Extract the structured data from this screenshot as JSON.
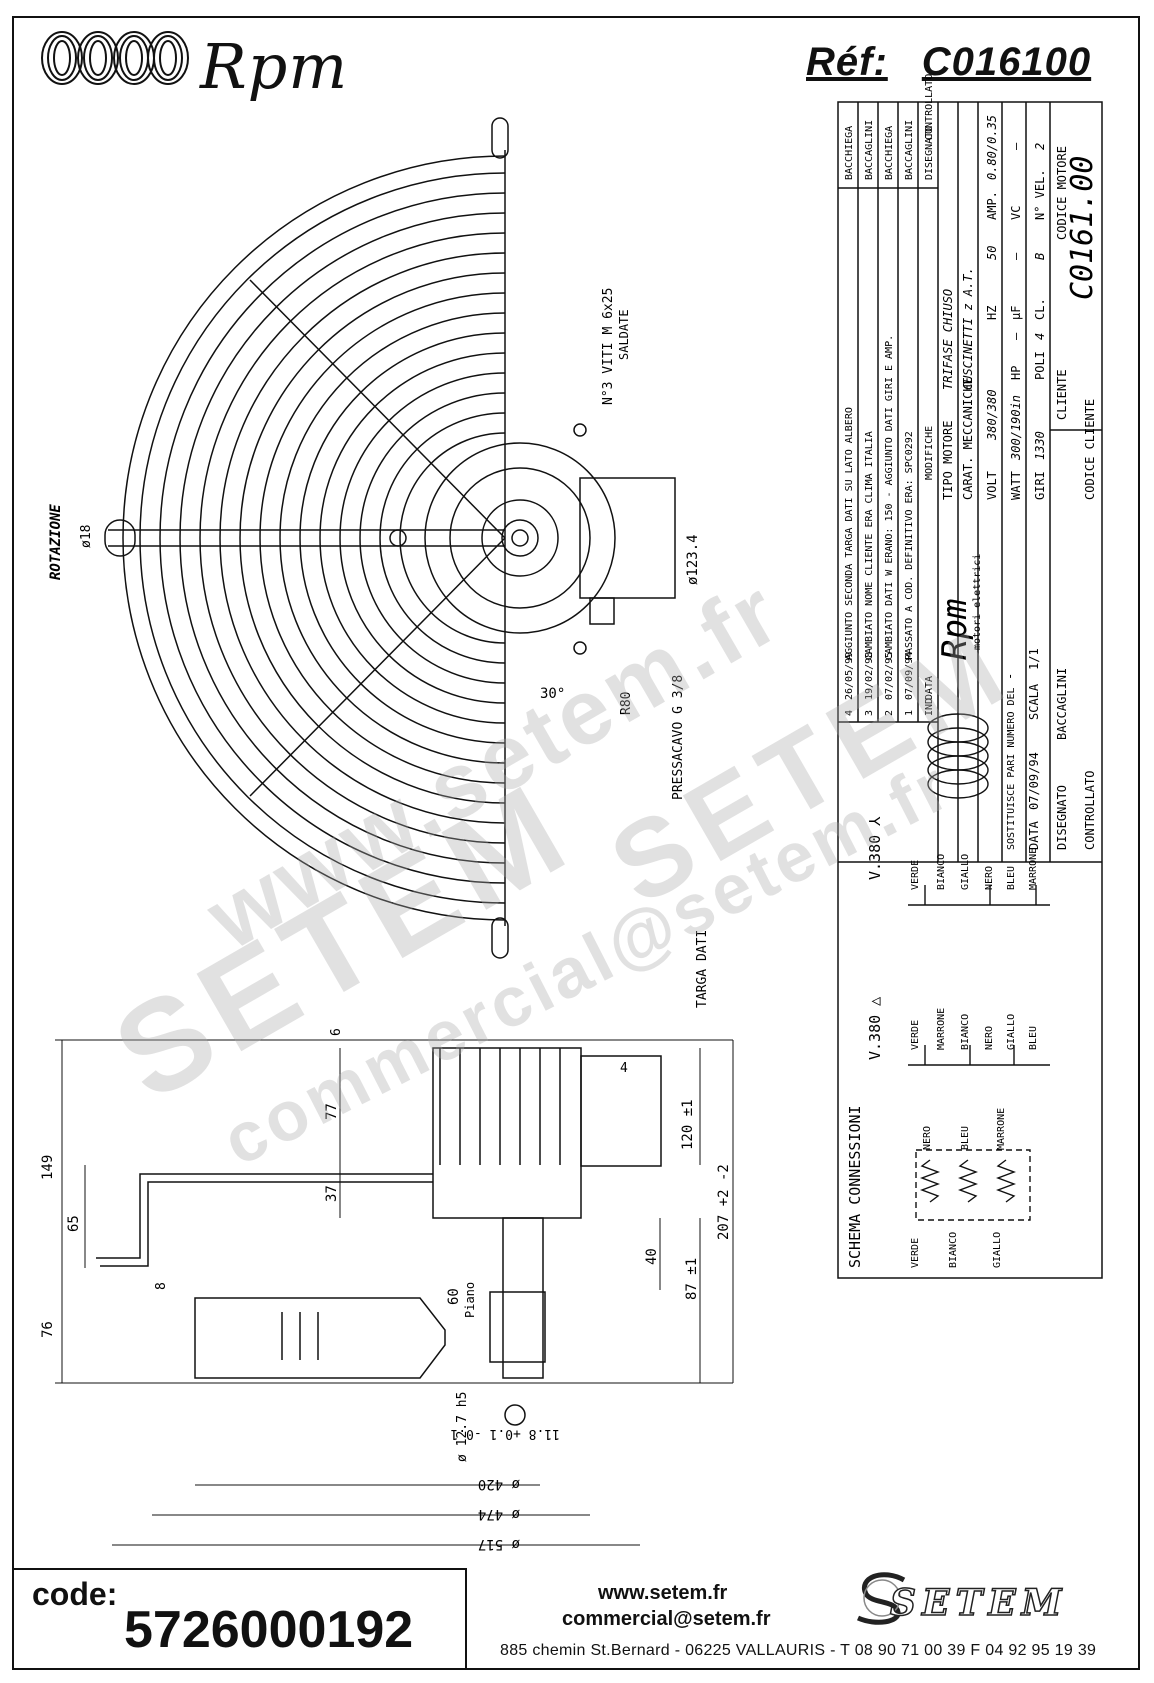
{
  "header": {
    "brand": "Rpm",
    "ref_label": "Réf:",
    "ref_value": "C016100"
  },
  "drawing": {
    "rotation_label": "ROTAZIONE",
    "diam_18": "ø18",
    "screws_line1": "N°3 VITI M 6x25",
    "screws_line2": "SALDATE",
    "diam_123": "ø123.4",
    "angle_30": "30°",
    "r80": "R80",
    "cable_gland": "PRESSACAVO G 3/8",
    "data_plate": "TARGA DATI",
    "dim_149": "149",
    "dim_65": "65",
    "dim_76": "76",
    "dim_8": "8",
    "dim_77": "77",
    "dim_37": "37",
    "dim_6": "6",
    "dim_4": "4",
    "dim_120": "120 ±1",
    "dim_207": "207 +2 -2",
    "dim_40": "40",
    "dim_87": "87 ±1",
    "dim_60": "60",
    "piano": "Piano",
    "dim_12_7": "ø 12.7 h5",
    "dim_11_8": "11.8 +0.1 -0.1",
    "dim_420": "ø 420",
    "dim_474": "ø 474",
    "dim_517": "ø 517"
  },
  "connections": {
    "title": "SCHEMA CONNESSIONI",
    "star_label": "V.380 ⅄",
    "delta_label": "V.380 △",
    "star_wires": [
      "VERDE",
      "BIANCO",
      "GIALLO",
      "NERO",
      "BLEU",
      "MARRONE"
    ],
    "delta_wires": [
      "VERDE",
      "MARRONE",
      "BIANCO",
      "NERO",
      "GIALLO",
      "BLEU"
    ],
    "coil_top": [
      "NERO",
      "BLEU",
      "MARRONE"
    ],
    "coil_bottom": [
      "VERDE",
      "BIANCO",
      "GIALLO"
    ]
  },
  "title_block": {
    "revisions": [
      {
        "ind": "4",
        "date": "26/05/99",
        "text": "AGGIUNTO SECONDA TARGA DATI SU LATO ALBERO",
        "by": "BACCHIEGA"
      },
      {
        "ind": "3",
        "date": "19/02/98",
        "text": "CAMBIATO NOME CLIENTE ERA CLIMA ITALIA",
        "by": "BACCAGLINI"
      },
      {
        "ind": "2",
        "date": "07/02/95",
        "text": "CAMBIATO DATI W ERANO: 150 - AGGIUNTO DATI GIRI E AMP.",
        "by": "BACCHIEGA"
      },
      {
        "ind": "1",
        "date": "07/09/94",
        "text": "PASSATO A COD. DEFINITIVO ERA: SPC0292",
        "by": "BACCAGLINI"
      }
    ],
    "header_ind": "IND",
    "header_date": "DATA",
    "header_mod": "MODIFICHE",
    "header_drawn": "DISEGNATO",
    "header_checked": "CONTROLLATO",
    "motor_type_label": "TIPO MOTORE",
    "motor_type_value": "TRIFASE CHIUSO",
    "mech_label": "CARAT. MECCANICHE",
    "mech_value": "CUSCINETTI z A.T.",
    "volt_label": "VOLT",
    "volt_value": "380/380",
    "hz_label": "HZ",
    "hz_value": "50",
    "amp_label": "AMP.",
    "amp_value": "0.80/0.35",
    "watt_label": "WATT",
    "watt_value": "300/190in",
    "hp_label": "HP",
    "hp_value": "—",
    "uf_label": "µF",
    "uf_value": "—",
    "vc_label": "VC",
    "vc_value": "—",
    "giri_label": "GIRI",
    "giri_value": "1330",
    "poli_label": "POLI",
    "poli_value": "4",
    "cl_label": "CL.",
    "cl_value": "B",
    "nvel_label": "N° VEL.",
    "nvel_value": "2",
    "motor_code_label": "CODICE MOTORE",
    "motor_code_value": "C0161.00",
    "client_label": "CLIENTE",
    "client_code_label": "CODICE CLIENTE",
    "company_sub": "motori elettrici",
    "replaces_label": "SOSTITUISCE PARI NUMERO DEL",
    "replaces_value": "-",
    "data_label": "DATA",
    "data_value": "07/09/94",
    "scala_label": "SCALA",
    "scala_value": "1/1",
    "drawn_label": "DISEGNATO",
    "drawn_value": "BACCAGLINI",
    "checked_label": "CONTROLLATO"
  },
  "footer": {
    "code_label": "code:",
    "code_value": "5726000192",
    "website": "www.setem.fr",
    "email": "commercial@setem.fr",
    "address": "885 chemin St.Bernard  -  06225 VALLAURIS  -  T 08 90 71 00 39   F 04 92 95 19 39",
    "logo_text": "SETEM"
  },
  "watermark": {
    "line1": "SETEM",
    "line2": "www.setem.fr",
    "line3": "commercial@setem.fr",
    "line4": "SETEM"
  }
}
